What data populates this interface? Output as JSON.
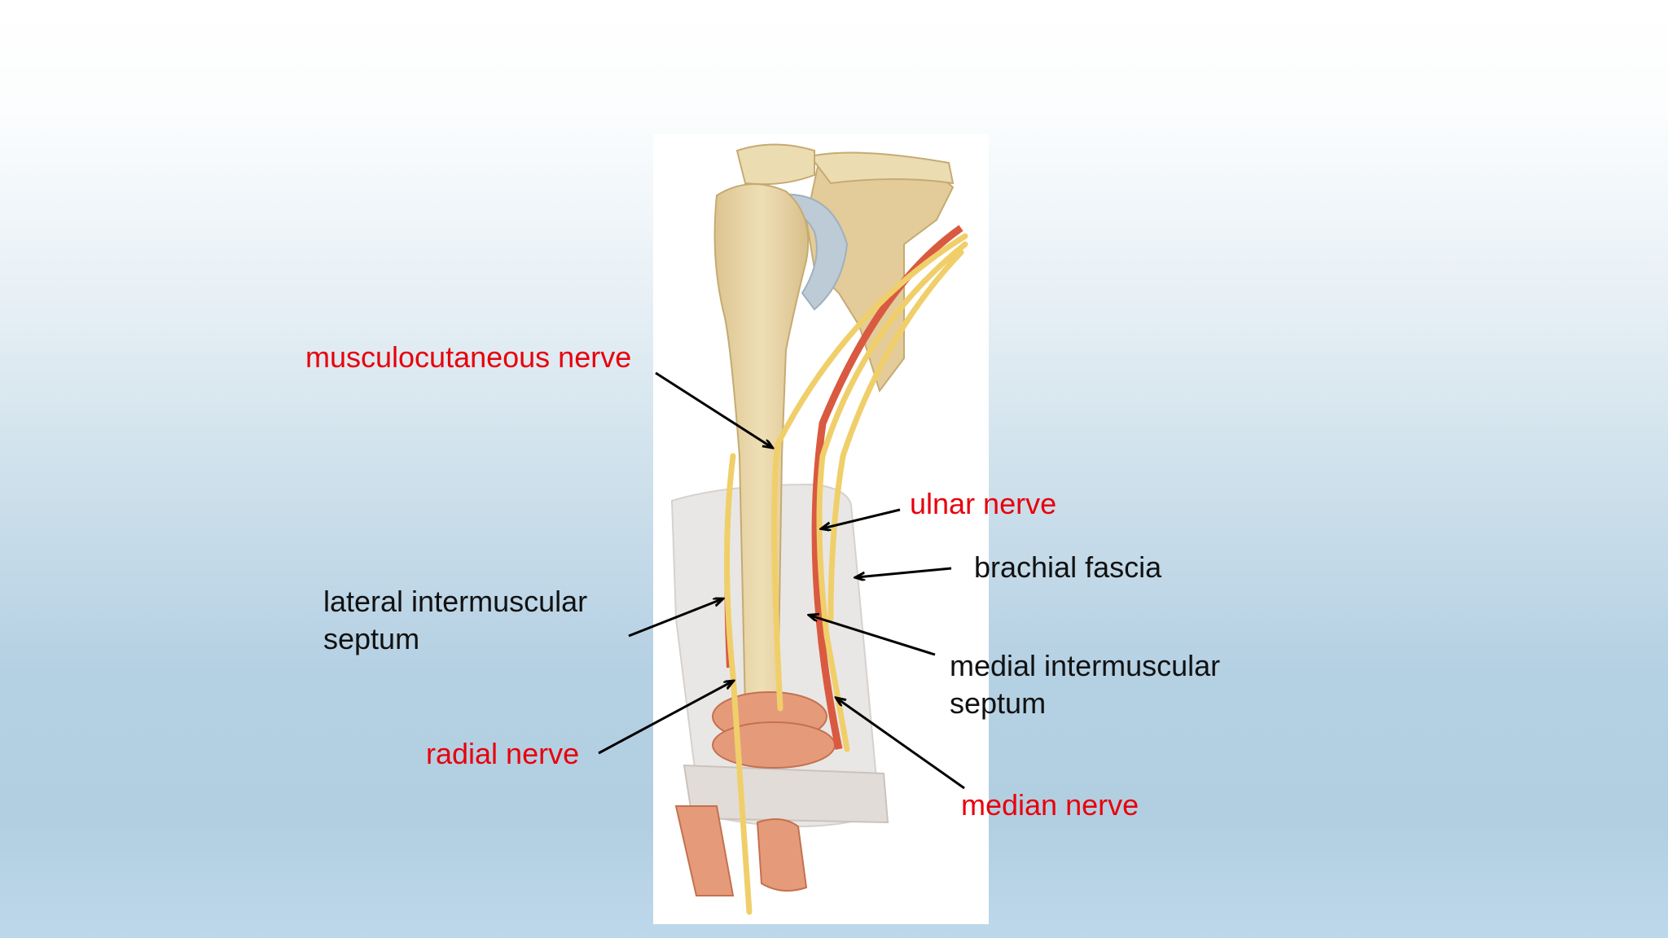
{
  "colors": {
    "nerve_label": "#e8000b",
    "structure_label": "#111111",
    "arrow": "#000000",
    "bone": "#e7d3a6",
    "nerve": "#f0cf6a",
    "artery": "#d95a40",
    "muscle": "#e59b7a",
    "cartilage": "#bccbd6",
    "fascia": "#e6e3e1"
  },
  "illustration": {
    "icon": "arm-anatomy-illustration",
    "background": "#ffffff"
  },
  "labels": {
    "musculocutaneous_nerve": "musculocutaneous nerve",
    "ulnar_nerve": "ulnar nerve",
    "brachial_fascia": "brachial fascia",
    "lateral_intermuscular_septum_line1": "lateral intermuscular",
    "lateral_intermuscular_septum_line2": "septum",
    "medial_intermuscular_septum_line1": "medial intermuscular",
    "medial_intermuscular_septum_line2": "septum",
    "radial_nerve": "radial nerve",
    "median_nerve": "median nerve"
  }
}
